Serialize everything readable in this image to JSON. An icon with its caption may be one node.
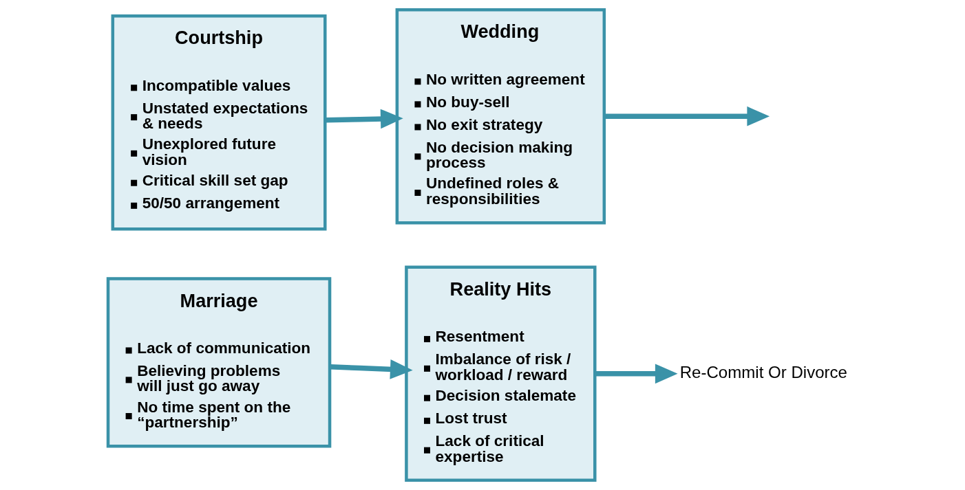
{
  "diagram": {
    "nodes": [
      {
        "text": [
          "Courtship",
          "Incompatible values",
          "Unstated expectations & needs",
          "Unexplored future vision",
          "Critical skill set gap",
          "50/50 arrangement"
        ]
      },
      {
        "text": [
          "Wedding",
          "No written agreement",
          "No buy-sell",
          "No exit strategy",
          "No decision making process",
          "Undefined roles & responsibilities"
        ]
      },
      {
        "text": [
          "Marriage",
          "Lack of communication",
          "Believing problems will just go away",
          "No time spent on the “partnership”"
        ]
      },
      {
        "text": [
          "Reality Hits",
          "Resentment",
          "Imbalance of risk / workload / reward",
          "Decision stalemate",
          "Lost trust",
          "Lack of critical expertise"
        ]
      },
      {
        "text": [
          "Re-Commit Or Divorce"
        ]
      }
    ],
    "edges": [
      {
        "from": 0,
        "to": 1,
        "arrow": "to"
      },
      {
        "from": 1,
        "to": null,
        "arrow": "to"
      },
      {
        "from": 2,
        "to": 3,
        "arrow": "to"
      },
      {
        "from": 3,
        "to": 4,
        "arrow": "to"
      }
    ]
  }
}
